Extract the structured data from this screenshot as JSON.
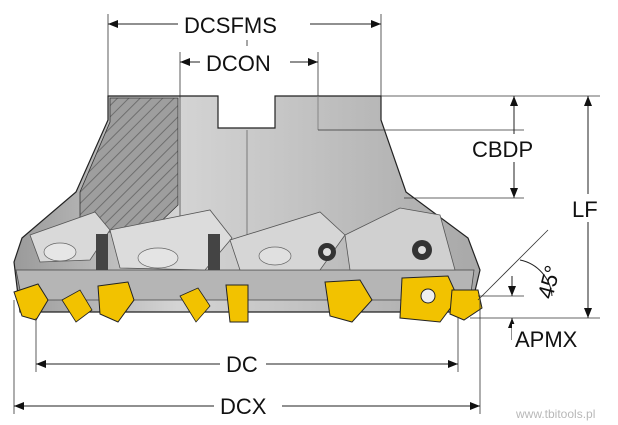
{
  "labels": {
    "dcsfms": "DCSFMS",
    "dcon": "DCON",
    "cbdp": "CBDP",
    "lf": "LF",
    "angle": "45°",
    "apmx": "APMX",
    "dc": "DC",
    "dcx": "DCX"
  },
  "watermark": "www.tbitools.pl",
  "colors": {
    "body_gray": "#c9c9c9",
    "body_dark": "#8f8f8f",
    "insert_yellow": "#f2c200",
    "outline": "#222222"
  }
}
